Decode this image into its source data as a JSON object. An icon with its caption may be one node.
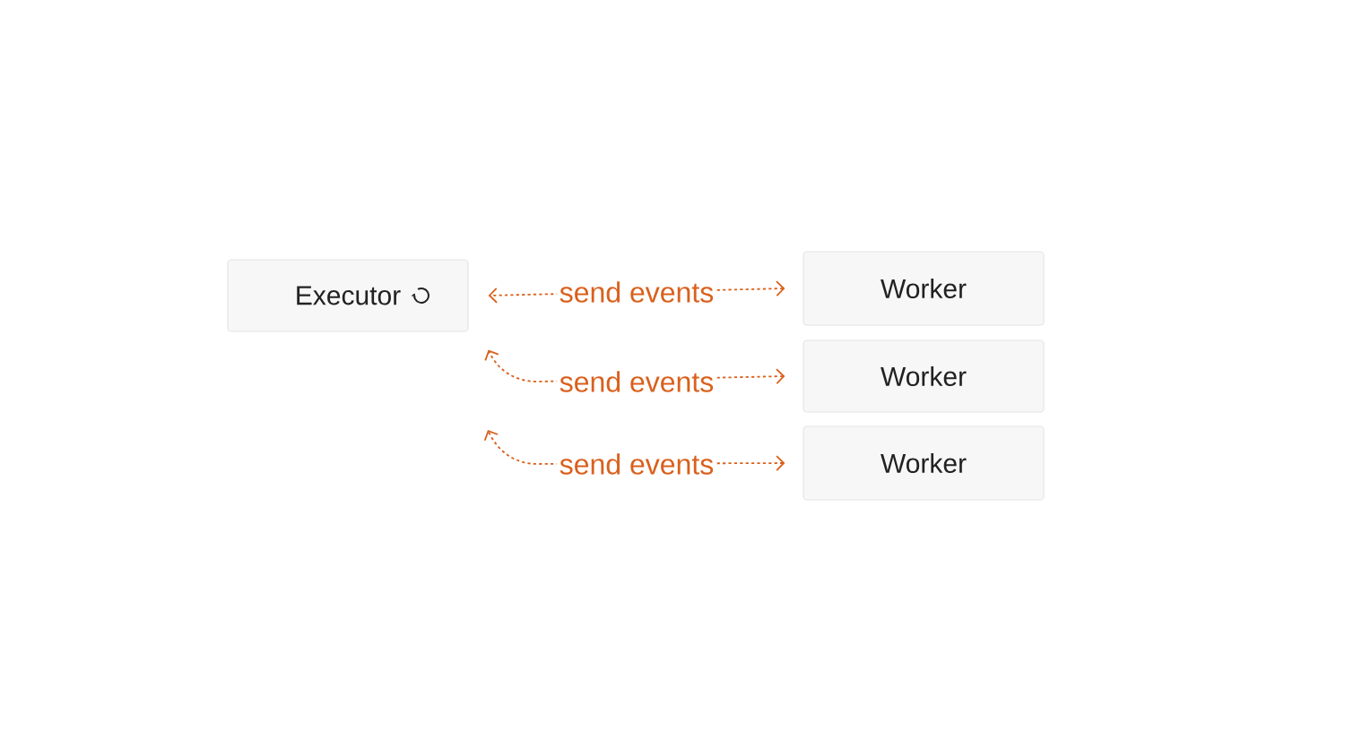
{
  "diagram": {
    "nodes": [
      {
        "text": [
          "Executor"
        ]
      },
      {
        "text": [
          "Worker"
        ]
      },
      {
        "text": [
          "Worker"
        ]
      },
      {
        "text": [
          "Worker"
        ]
      }
    ],
    "edges": [
      {
        "from": 1,
        "to": 0,
        "arrow": "both",
        "label": "send events",
        "style": "dashed"
      },
      {
        "from": 2,
        "to": 0,
        "arrow": "both",
        "label": "send events",
        "style": "dashed"
      },
      {
        "from": 3,
        "to": null,
        "arrow": "both",
        "label": "send events",
        "style": "dashed"
      }
    ]
  }
}
